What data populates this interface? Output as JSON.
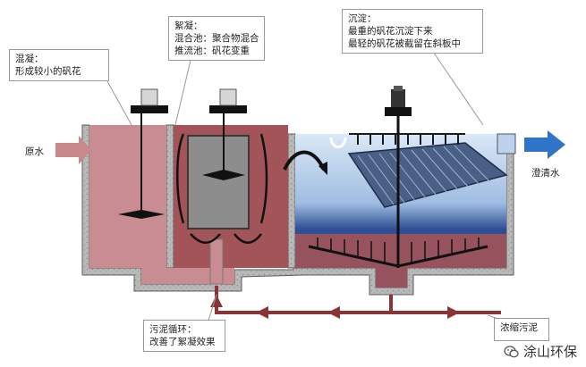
{
  "callouts": {
    "coagulation": {
      "line1": "混凝：",
      "line2": "形成较小的矾花"
    },
    "flocculation": {
      "line1": "絮凝：",
      "line2": "混合池：聚合物混合",
      "line3": "推流池：矾花变重"
    },
    "settling": {
      "line1": "沉淀：",
      "line2": "最重的矾花沉淀下来",
      "line3": "最轻的矾花被截留在斜板中"
    },
    "sludge_recycle": {
      "line1": "污泥循环：",
      "line2": "改善了絮凝效果"
    },
    "thick_sludge": {
      "line1": "浓缩污泥"
    }
  },
  "labels": {
    "raw_water": "原水",
    "clear_water": "澄清水"
  },
  "watermark": {
    "text": "涂山环保",
    "icon": "wechat-icon"
  },
  "colors": {
    "raw_water_arrow": "#c8888c",
    "coag_basin": "#c98c92",
    "floc_basin": "#a25459",
    "settle_water_top": "#cfe0f3",
    "settle_water_bottom": "#2f4f94",
    "sludge_pipe": "#8a3438",
    "clear_arrow": "#2f74c6"
  }
}
